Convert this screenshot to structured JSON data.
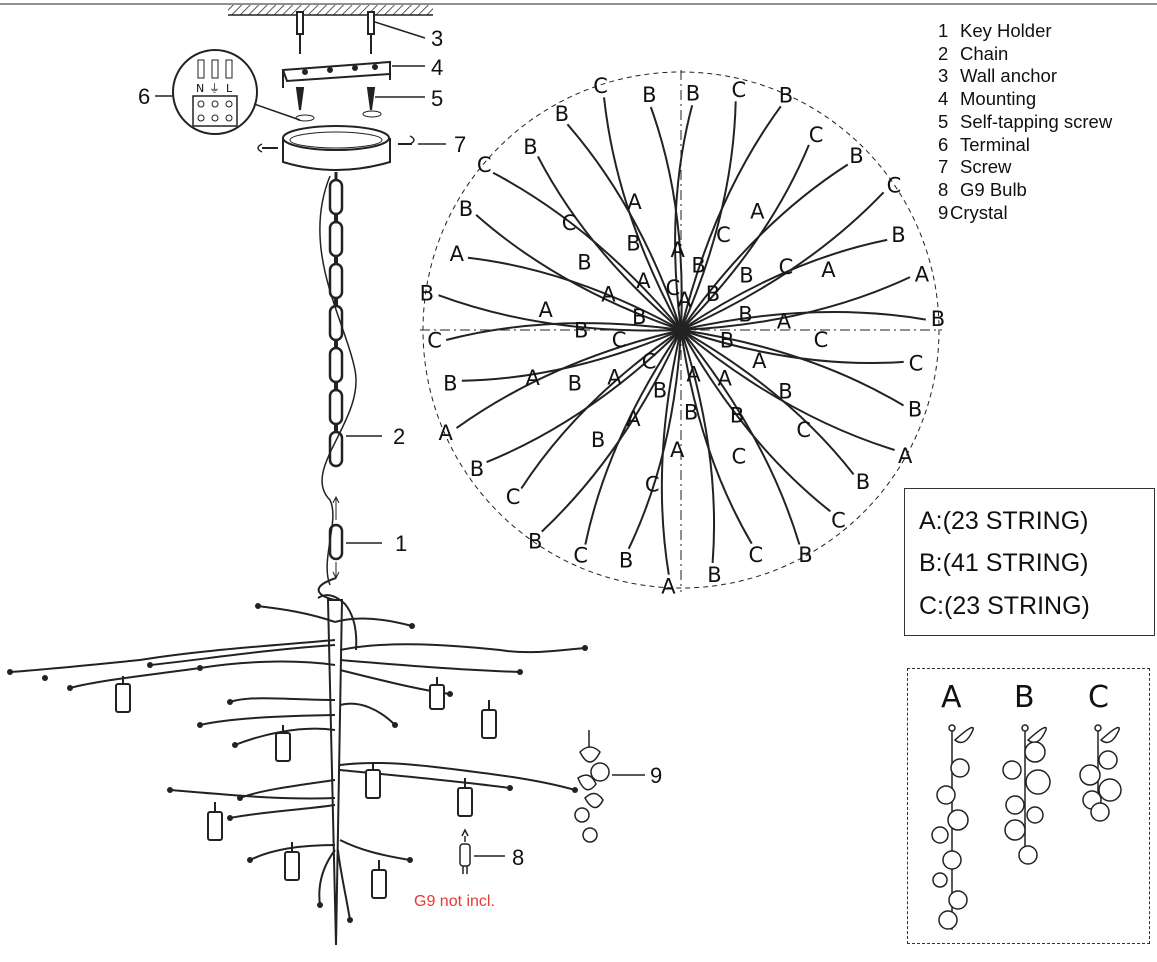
{
  "legend": [
    {
      "num": "1",
      "label": "Key Holder"
    },
    {
      "num": "2",
      "label": "Chain"
    },
    {
      "num": "3",
      "label": "Wall anchor"
    },
    {
      "num": "4",
      "label": "Mounting"
    },
    {
      "num": "5",
      "label": "Self-tapping screw"
    },
    {
      "num": "6",
      "label": "Terminal"
    },
    {
      "num": "7",
      "label": "Screw"
    },
    {
      "num": "8",
      "label": "G9 Bulb"
    },
    {
      "num": "9",
      "label": "Crystal"
    }
  ],
  "callouts": [
    "1",
    "2",
    "3",
    "4",
    "5",
    "6",
    "7",
    "8",
    "9"
  ],
  "terminal_labels": {
    "n": "N",
    "earth": "⏚",
    "l": "L"
  },
  "strings": {
    "a": "A:(23 STRING)",
    "b": "B:(41 STRING)",
    "c": "C:(23 STRING)"
  },
  "crystal_types": {
    "a": "A",
    "b": "B",
    "c": "C"
  },
  "note": "G9 not incl.",
  "top_view_letters": {
    "outer": [
      "B",
      "C",
      "B",
      "C",
      "B",
      "C",
      "B",
      "A",
      "B",
      "C",
      "B",
      "A",
      "B",
      "C",
      "B",
      "C",
      "B",
      "A",
      "B",
      "C",
      "B",
      "C",
      "B",
      "A",
      "B",
      "C",
      "B",
      "A",
      "B",
      "C",
      "B",
      "B",
      "C",
      "B"
    ],
    "inner": [
      "A",
      "B",
      "C",
      "A",
      "B",
      "B",
      "C",
      "A",
      "B",
      "A",
      "C",
      "B",
      "A",
      "B",
      "C",
      "A",
      "B",
      "C",
      "A",
      "B",
      "A",
      "C",
      "B",
      "A",
      "B",
      "C",
      "A",
      "B",
      "A",
      "C",
      "B",
      "A",
      "B",
      "A",
      "B",
      "C",
      "A",
      "B",
      "A",
      "C",
      "A"
    ]
  },
  "colors": {
    "ink": "#111111",
    "note": "#e53935"
  }
}
